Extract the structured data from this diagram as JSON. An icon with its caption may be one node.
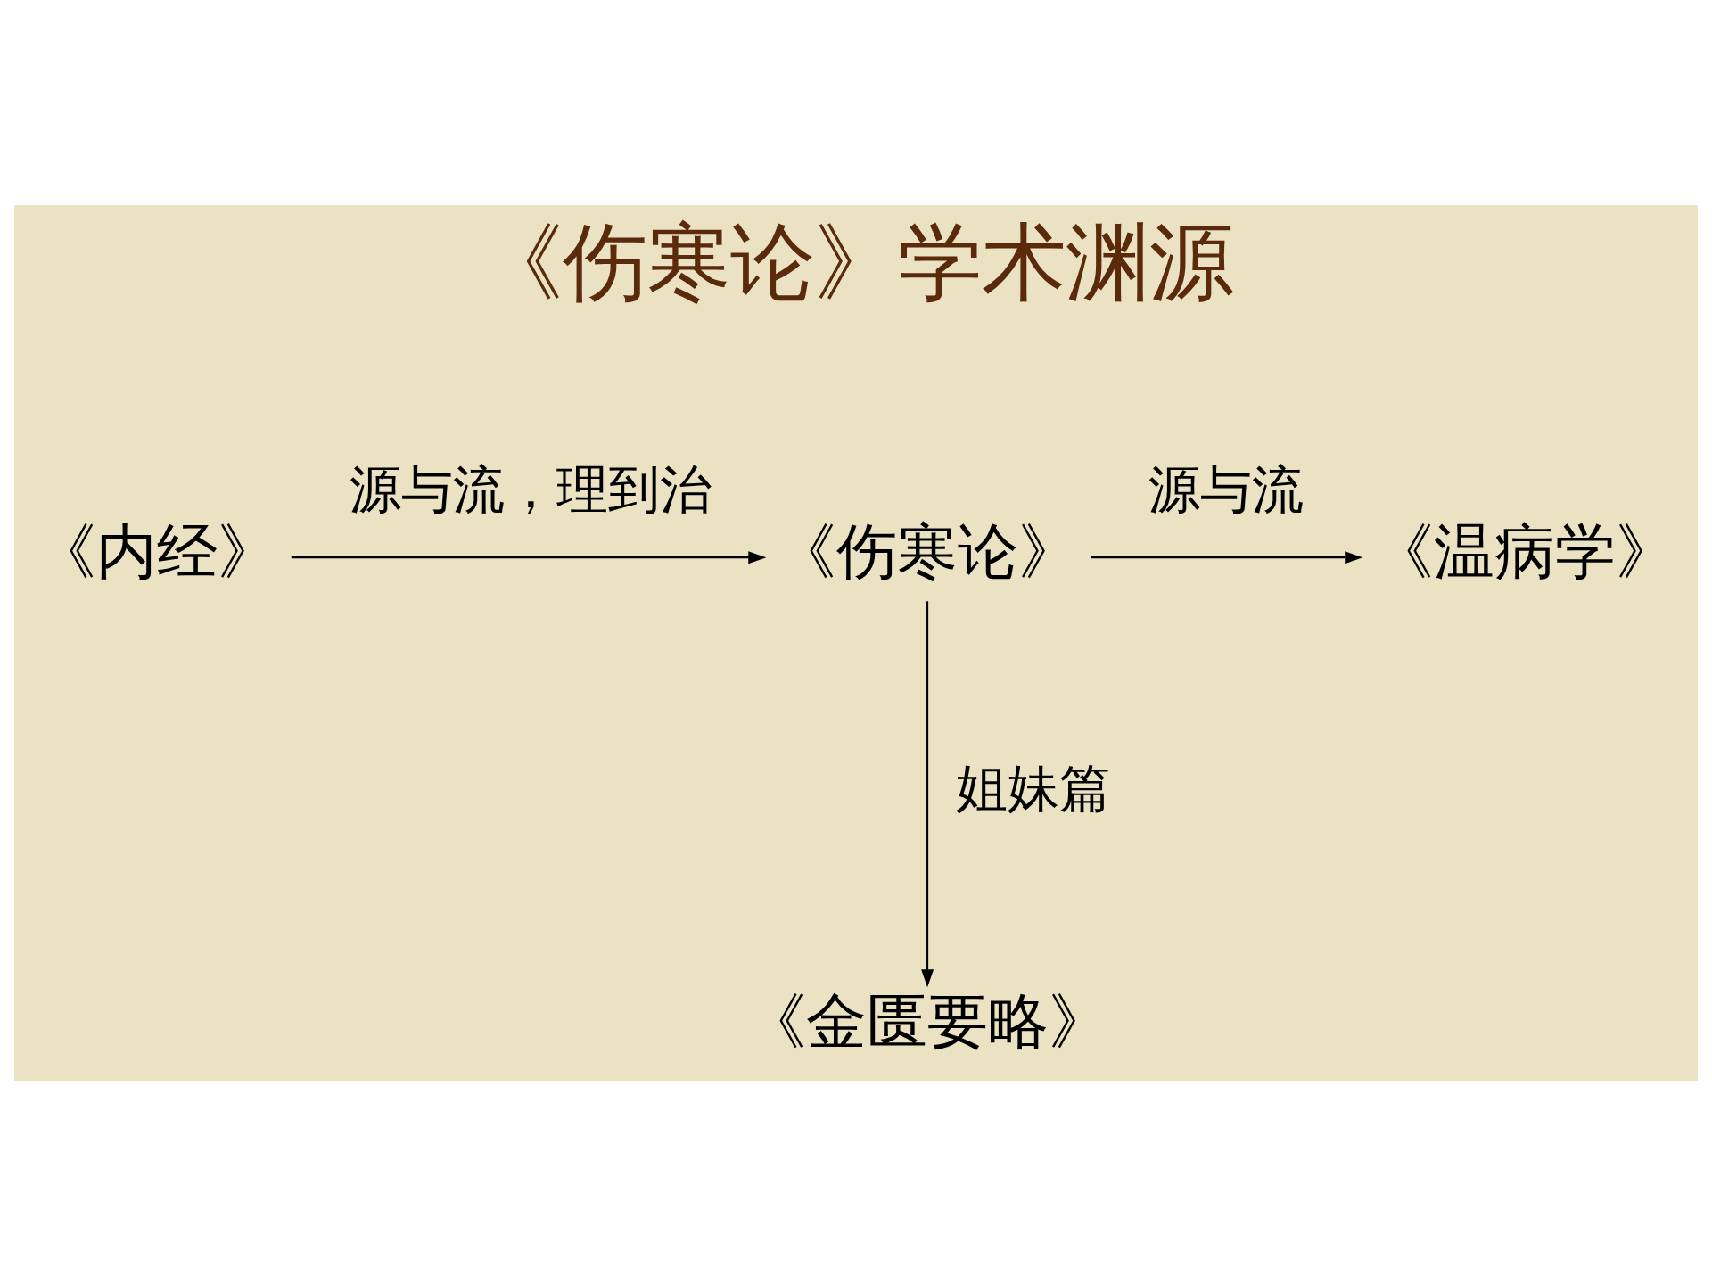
{
  "diagram": {
    "title": "《伤寒论》学术渊源",
    "nodes": [
      {
        "text": [
          "《内经》"
        ]
      },
      {
        "text": [
          "《伤寒论》"
        ]
      },
      {
        "text": [
          "《温病学》"
        ]
      },
      {
        "text": [
          "《金匮要略》"
        ]
      }
    ],
    "edges": [
      {
        "from": 0,
        "to": 1,
        "arrow": "to",
        "label": "源与流，理到治"
      },
      {
        "from": 1,
        "to": 2,
        "arrow": "to",
        "label": "源与流"
      },
      {
        "from": 1,
        "to": 3,
        "arrow": "to",
        "label": "姐妹篇"
      }
    ]
  }
}
